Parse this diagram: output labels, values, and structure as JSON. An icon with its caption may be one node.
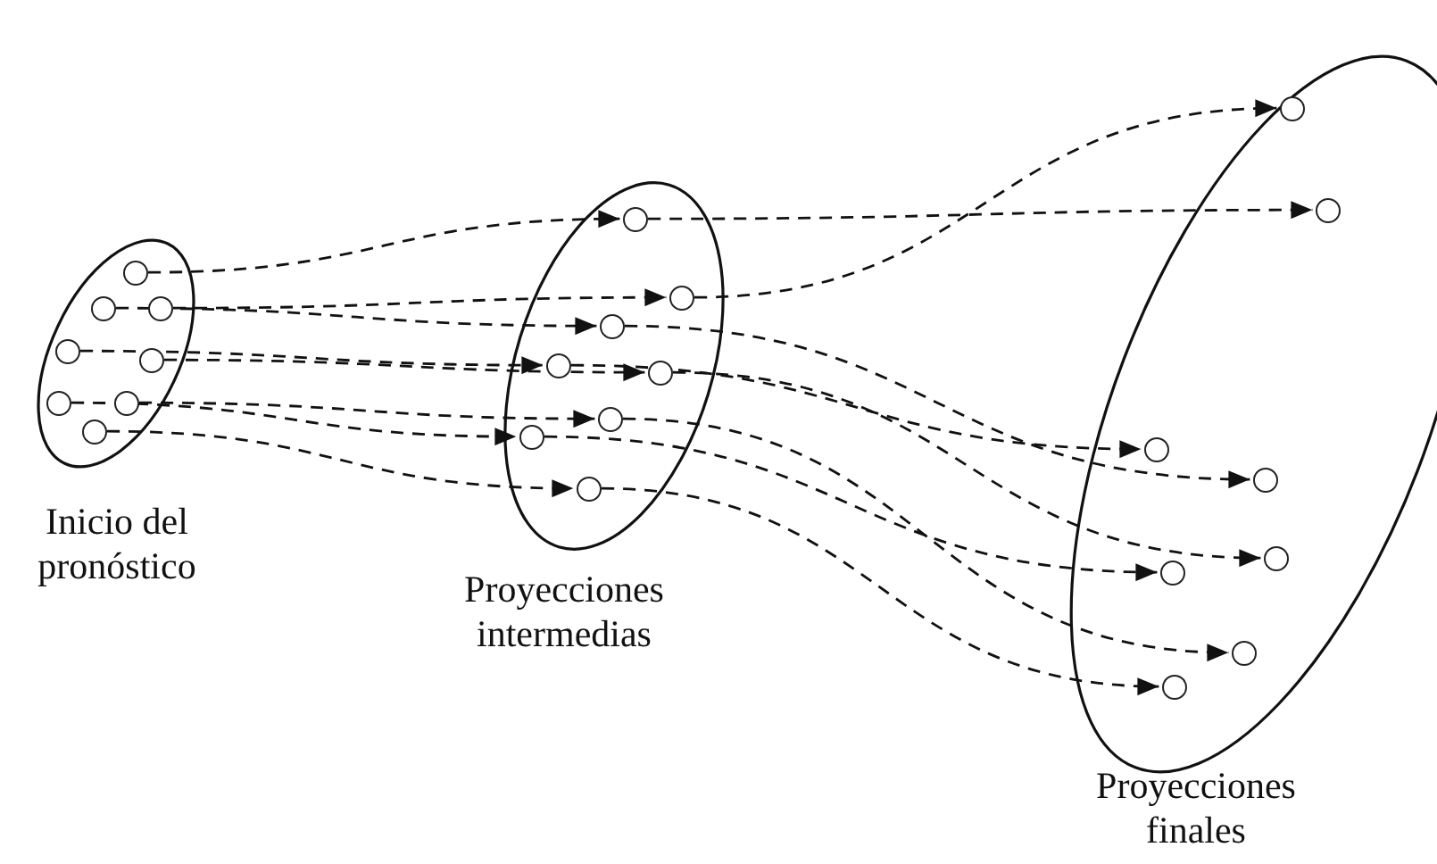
{
  "diagram": {
    "nodes": [
      {
        "text": [
          "Inicio del pronóstico"
        ]
      },
      {
        "text": [],
        "shape": "circle",
        "in": 0
      },
      {
        "text": [],
        "shape": "circle",
        "in": 0
      },
      {
        "text": [],
        "shape": "circle",
        "in": 0
      },
      {
        "text": [],
        "shape": "circle",
        "in": 0
      },
      {
        "text": [],
        "shape": "circle",
        "in": 0
      },
      {
        "text": [],
        "shape": "circle",
        "in": 0
      },
      {
        "text": [],
        "shape": "circle",
        "in": 0
      },
      {
        "text": [],
        "shape": "circle",
        "in": 0
      },
      {
        "text": [
          "Proyecciones intermedias"
        ]
      },
      {
        "text": [],
        "shape": "circle",
        "in": 9
      },
      {
        "text": [],
        "shape": "circle",
        "in": 9
      },
      {
        "text": [],
        "shape": "circle",
        "in": 9
      },
      {
        "text": [],
        "shape": "circle",
        "in": 9
      },
      {
        "text": [],
        "shape": "circle",
        "in": 9
      },
      {
        "text": [],
        "shape": "circle",
        "in": 9
      },
      {
        "text": [],
        "shape": "circle",
        "in": 9
      },
      {
        "text": [],
        "shape": "circle",
        "in": 9
      },
      {
        "text": [
          "Proyecciones finales"
        ]
      },
      {
        "text": [],
        "shape": "circle",
        "in": 18
      },
      {
        "text": [],
        "shape": "circle",
        "in": 18
      },
      {
        "text": [],
        "shape": "circle",
        "in": 18
      },
      {
        "text": [],
        "shape": "circle",
        "in": 18
      },
      {
        "text": [],
        "shape": "circle",
        "in": 18
      },
      {
        "text": [],
        "shape": "circle",
        "in": 18
      },
      {
        "text": [],
        "shape": "circle",
        "in": 18
      },
      {
        "text": [],
        "shape": "circle",
        "in": 18
      }
    ],
    "edges": [
      {
        "from": 1,
        "to": 10,
        "arrow": "to"
      },
      {
        "from": 3,
        "to": 11,
        "arrow": "to"
      },
      {
        "from": 2,
        "to": 12,
        "arrow": "to"
      },
      {
        "from": 4,
        "to": 13,
        "arrow": "to"
      },
      {
        "from": 5,
        "to": 14,
        "arrow": "to"
      },
      {
        "from": 7,
        "to": 15,
        "arrow": "to"
      },
      {
        "from": 6,
        "to": 16,
        "arrow": "to"
      },
      {
        "from": 8,
        "to": 17,
        "arrow": "to"
      },
      {
        "from": 10,
        "to": 20,
        "arrow": "to"
      },
      {
        "from": 11,
        "to": 19,
        "arrow": "to"
      },
      {
        "from": 12,
        "to": 22,
        "arrow": "to"
      },
      {
        "from": 13,
        "to": 21,
        "arrow": "to"
      },
      {
        "from": 14,
        "to": 23,
        "arrow": "to"
      },
      {
        "from": 15,
        "to": 25,
        "arrow": "to"
      },
      {
        "from": 16,
        "to": 24,
        "arrow": "to"
      },
      {
        "from": 17,
        "to": 26,
        "arrow": "to"
      }
    ]
  }
}
